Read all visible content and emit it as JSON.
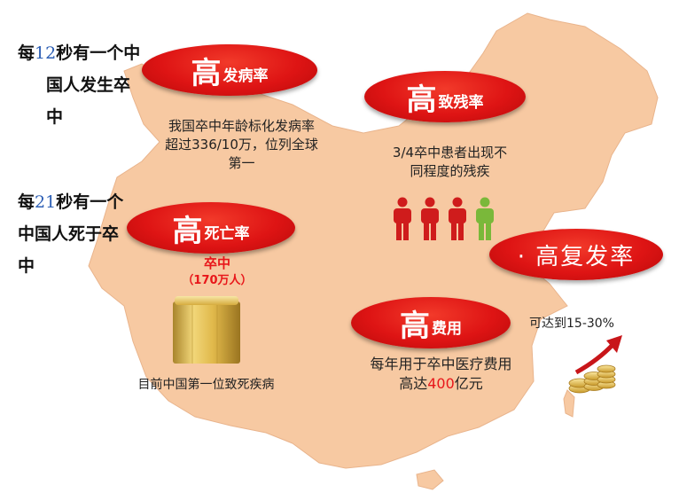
{
  "left_facts": {
    "fact1": {
      "prefix": "每",
      "number": "12",
      "line1_suffix": "秒有一个中",
      "line2": "国人发生卒",
      "line3": "中"
    },
    "fact2": {
      "prefix": "每",
      "number": "21",
      "line1_suffix": "秒有一个",
      "line2": "中国人死于卒",
      "line3": "中"
    }
  },
  "incidence": {
    "big": "高",
    "small": "发病率",
    "desc_line1": "我国卒中年龄标化发病率",
    "desc_line2": "超过336/10万，位列全球",
    "desc_line3": "第一"
  },
  "disability": {
    "big": "高",
    "small": "致残率",
    "desc_line1": "3/4卒中患者出现不",
    "desc_line2": "同程度的残疾"
  },
  "mortality": {
    "big": "高",
    "small": "死亡率",
    "stroke_label": "卒中",
    "deaths_label": "（170万人）",
    "caption": "目前中国第一位致死疾病"
  },
  "recurrence": {
    "label": "· 高复发率",
    "rate_text": "可达到15-30%"
  },
  "cost": {
    "big": "高",
    "small": "费用",
    "desc_line1": "每年用于卒中医疗费用",
    "desc_prefix": "高达",
    "desc_amount": "400",
    "desc_suffix": "亿元"
  },
  "people_icons": {
    "highlighted_of_total": "3/4"
  },
  "colors": {
    "pill_red": "#de1414",
    "map_fill": "#f7c9a2",
    "person_red": "#cf1c1c",
    "person_green": "#7ab83a",
    "number_blue": "#2d5fb5",
    "highlight_red": "#e8161a"
  }
}
